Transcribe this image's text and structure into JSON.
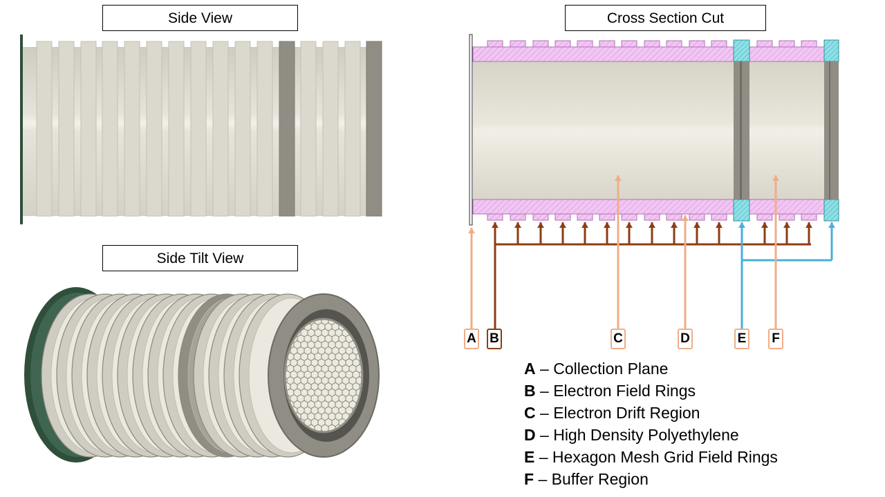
{
  "titles": {
    "side_view": "Side View",
    "side_tilt_view": "Side Tilt View",
    "cross_section": "Cross Section Cut"
  },
  "markers": [
    "A",
    "B",
    "C",
    "D",
    "E",
    "F"
  ],
  "legend": [
    {
      "letter": "A",
      "text": "Collection Plane"
    },
    {
      "letter": "B",
      "text": "Electron Field Rings"
    },
    {
      "letter": "C",
      "text": "Electron Drift Region"
    },
    {
      "letter": "D",
      "text": "High Density Polyethylene"
    },
    {
      "letter": "E",
      "text": "Hexagon Mesh Grid Field Rings"
    },
    {
      "letter": "F",
      "text": "Buffer Region"
    }
  ],
  "legend_separator": " – ",
  "colors": {
    "pointer_light": "#f0ad88",
    "pointer_dark": "#8b3d14",
    "pointer_blue": "#4bafd8",
    "hdpe_fill": "#f2c6f4",
    "hdpe_hatch": "#c78acb",
    "mesh_ring_fill": "#8ee0e6",
    "cylinder_body": "#e4e2d6",
    "ring_light": "#dbd9cd",
    "ring_dark": "#8f8d84",
    "end_plate": "#2f4f3a"
  }
}
